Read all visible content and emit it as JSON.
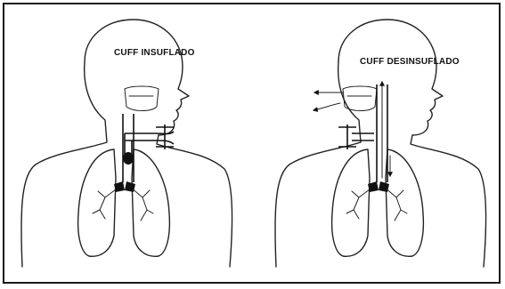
{
  "panels": [
    {
      "id": "inflated",
      "label": "CUFF INSUFLADO"
    },
    {
      "id": "deflated",
      "label": "CUFF DESINSUFLADO"
    }
  ]
}
